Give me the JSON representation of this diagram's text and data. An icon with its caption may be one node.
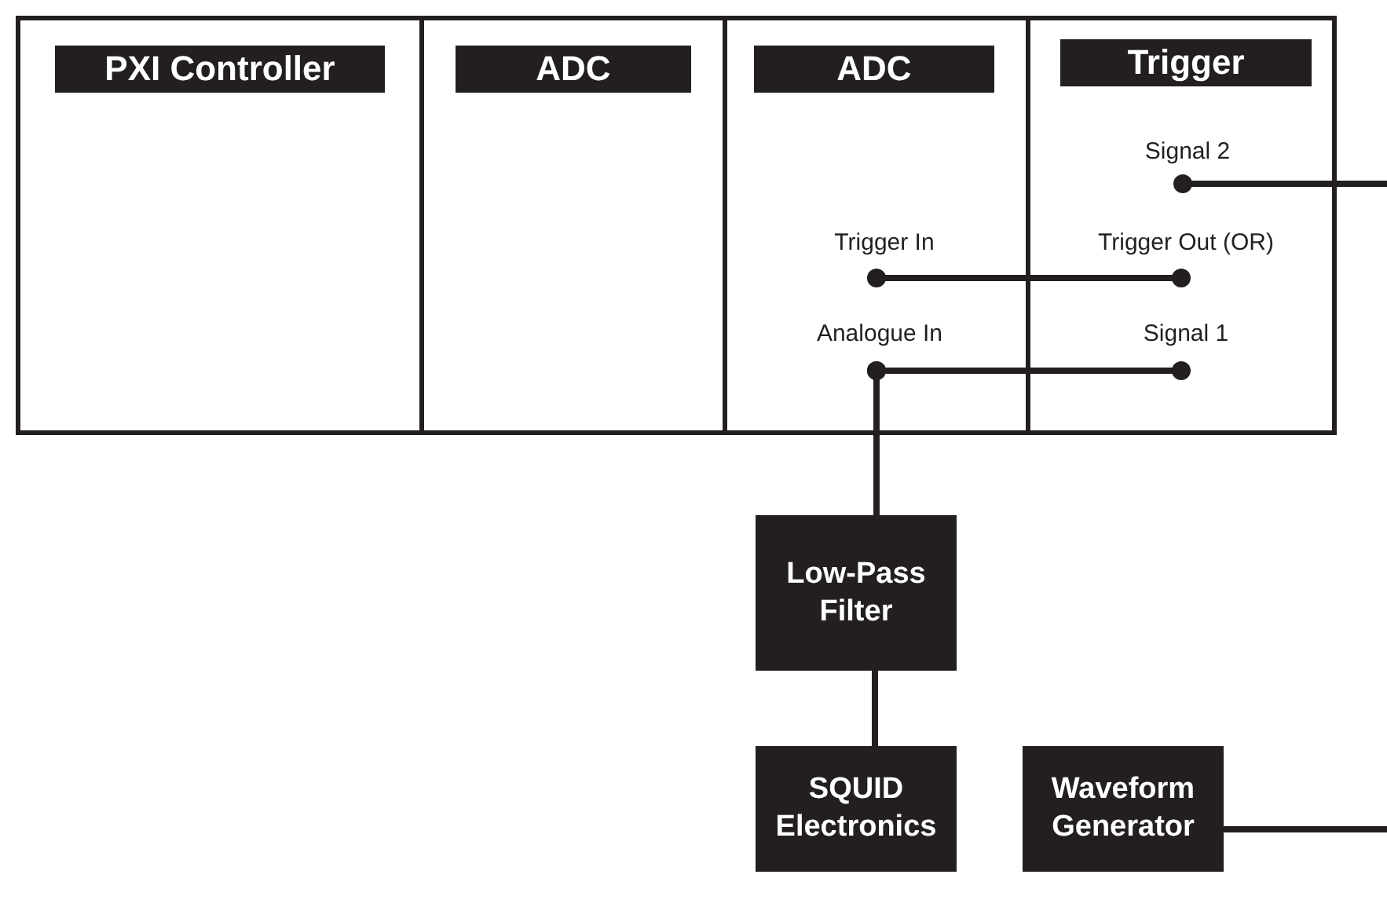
{
  "diagram": {
    "nodes": [
      {
        "text": [],
        "shape": "box"
      },
      {
        "text": [
          "PXI Controller"
        ],
        "in": 0
      },
      {
        "text": [
          "ADC"
        ],
        "in": 0
      },
      {
        "text": [
          "ADC"
        ],
        "in": 0
      },
      {
        "text": [
          "Trigger"
        ],
        "in": 0
      },
      {
        "text": [
          "Trigger In"
        ],
        "in": 3
      },
      {
        "text": [
          "Analogue In"
        ],
        "in": 3
      },
      {
        "text": [
          "Signal 2"
        ],
        "in": 4
      },
      {
        "text": [
          "Trigger Out (OR)"
        ],
        "in": 4
      },
      {
        "text": [
          "Signal 1"
        ],
        "in": 4
      },
      {
        "text": [
          "Low-Pass Filter"
        ]
      },
      {
        "text": [
          "SQUID Electronics"
        ]
      },
      {
        "text": [
          "Waveform Generator"
        ]
      }
    ],
    "edges": [
      {
        "from": 5,
        "to": 8,
        "arrow": "other"
      },
      {
        "from": 6,
        "to": 9,
        "arrow": "other"
      },
      {
        "from": 6,
        "to": 10,
        "arrow": "other"
      },
      {
        "from": 10,
        "to": 11,
        "arrow": "none"
      },
      {
        "from": 7,
        "to": null,
        "arrow": "other"
      },
      {
        "from": 12,
        "to": null,
        "arrow": "none"
      }
    ]
  }
}
